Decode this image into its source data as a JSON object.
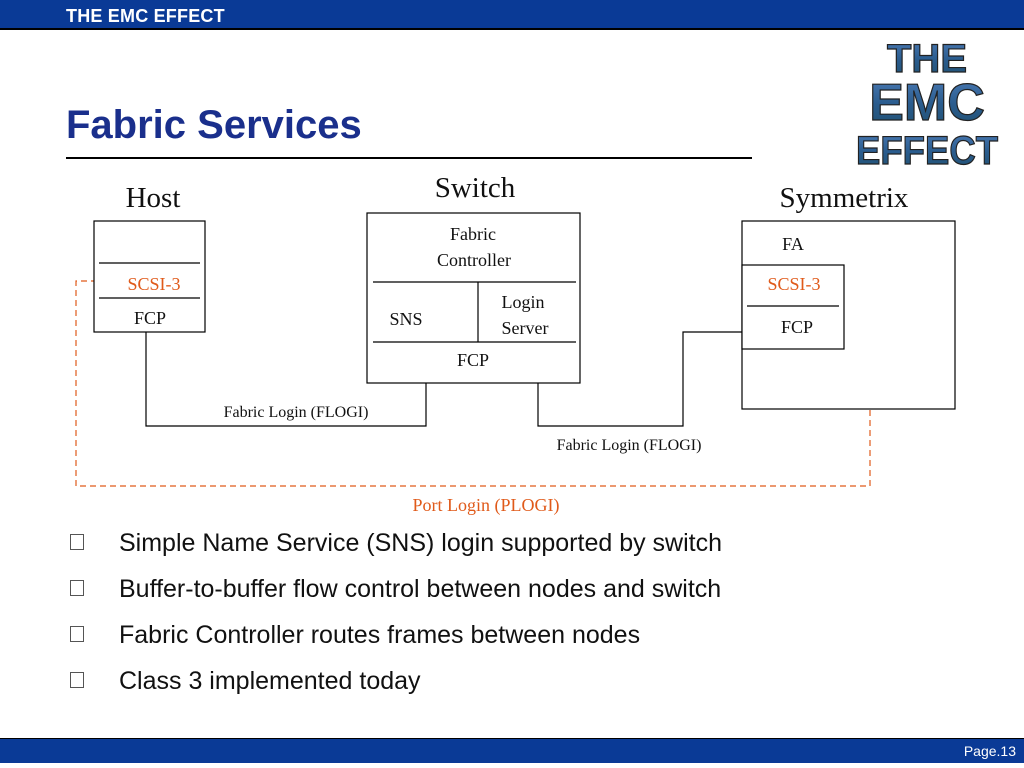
{
  "header": {
    "band_title": "THE EMC EFFECT",
    "color": "#0a3a96"
  },
  "title": "Fabric Services",
  "logo": {
    "line1": "THE",
    "line2": "EMC",
    "line3": "EFFECT"
  },
  "diagram": {
    "host": {
      "title": "Host",
      "scsi": "SCSI-3",
      "fcp": "FCP"
    },
    "switch": {
      "title": "Switch",
      "fc_line1": "Fabric",
      "fc_line2": "Controller",
      "sns": "SNS",
      "login_line1": "Login",
      "login_line2": "Server",
      "fcp": "FCP"
    },
    "symmetrix": {
      "title": "Symmetrix",
      "fa": "FA",
      "scsi": "SCSI-3",
      "fcp": "FCP"
    },
    "flogi_left": "Fabric Login (FLOGI)",
    "flogi_right": "Fabric Login (FLOGI)",
    "plogi": "Port Login (PLOGI)",
    "accent_color": "#e05a1a"
  },
  "bullets": [
    "Simple Name Service (SNS) login supported by switch",
    "Buffer-to-buffer flow control between nodes and switch",
    "Fabric Controller routes frames between nodes",
    "Class 3 implemented today"
  ],
  "footer": {
    "page": "Page.13"
  }
}
